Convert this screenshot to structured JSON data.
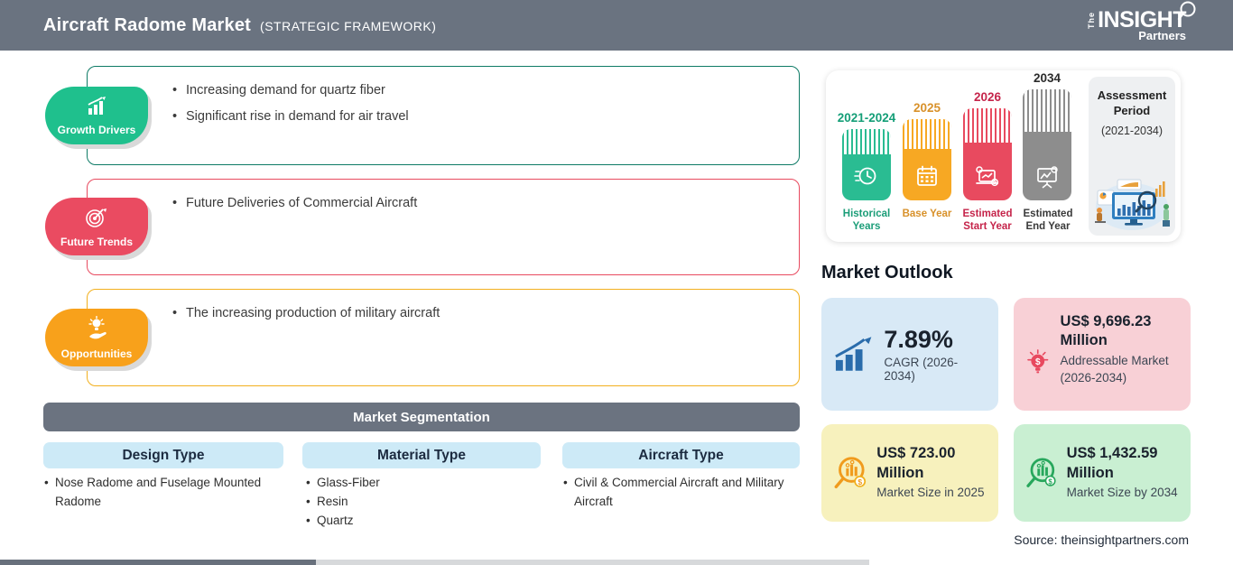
{
  "header": {
    "title": "Aircraft Radome Market",
    "subtitle": "(STRATEGIC FRAMEWORK)",
    "logo": {
      "the": "The",
      "insight": "INSIGHT",
      "partners": "Partners"
    }
  },
  "framework": {
    "sections": [
      {
        "label": "Growth Drivers",
        "icon": "growth-bars-icon",
        "color": "#1fc08d",
        "border_color": "#0e7b66",
        "items": [
          "Increasing demand for quartz fiber",
          "Significant rise in demand for air travel"
        ]
      },
      {
        "label": "Future Trends",
        "icon": "target-dart-icon",
        "color": "#ea4b61",
        "border_color": "#e84a5f",
        "items": [
          "Future Deliveries of Commercial Aircraft"
        ]
      },
      {
        "label": "Opportunities",
        "icon": "bulb-hand-icon",
        "color": "#f8a11b",
        "border_color": "#f2b01e",
        "items": [
          "The increasing production of military aircraft"
        ]
      }
    ]
  },
  "segmentation": {
    "title": "Market Segmentation",
    "columns": [
      {
        "label": "Design Type",
        "items": [
          "Nose Radome and Fuselage Mounted Radome"
        ]
      },
      {
        "label": "Material Type",
        "items": [
          "Glass-Fiber",
          "Resin",
          "Quartz"
        ]
      },
      {
        "label": "Aircraft Type",
        "items": [
          "Civil & Commercial Aircraft and Military Aircraft"
        ]
      }
    ]
  },
  "timeline": {
    "bars": [
      {
        "year": "2021-2024",
        "label": "Historical Years",
        "icon": "history-clock-icon",
        "color": "#2abc92"
      },
      {
        "year": "2025",
        "label": "Base Year",
        "icon": "calendar-icon",
        "color": "#f7a823"
      },
      {
        "year": "2026",
        "label": "Estimated Start Year",
        "icon": "chart-gear-icon",
        "color": "#e84a5f"
      },
      {
        "year": "2034",
        "label": "Estimated End Year",
        "icon": "presentation-icon",
        "color": "#8d8d8d"
      }
    ],
    "assessment_period": {
      "title": "Assessment Period",
      "range": "(2021-2034)"
    }
  },
  "outlook": {
    "title": "Market Outlook",
    "cards": [
      {
        "value": "7.89%",
        "label": "CAGR (2026-2034)",
        "bg": "#d8e9f6",
        "icon": "growth-chart-icon"
      },
      {
        "value": "US$ 9,696.23 Million",
        "label": "Addressable Market (2026-2034)",
        "bg": "#f8d0d6",
        "icon": "bulb-dollar-icon"
      },
      {
        "value": "US$ 723.00 Million",
        "label": "Market Size in 2025",
        "bg": "#f7f1bd",
        "icon": "magnifier-chart-icon"
      },
      {
        "value": "US$ 1,432.59 Million",
        "label": "Market Size by 2034",
        "bg": "#c9efd2",
        "icon": "magnifier-chart-icon"
      }
    ],
    "source": "Source: theinsightpartners.com"
  },
  "palette": {
    "header_bg": "#6a7380",
    "growth_green": "#1fc08d",
    "trends_red": "#ea4b61",
    "opportunities_orange": "#f8a11b",
    "chip_blue": "#cdeaf7"
  }
}
